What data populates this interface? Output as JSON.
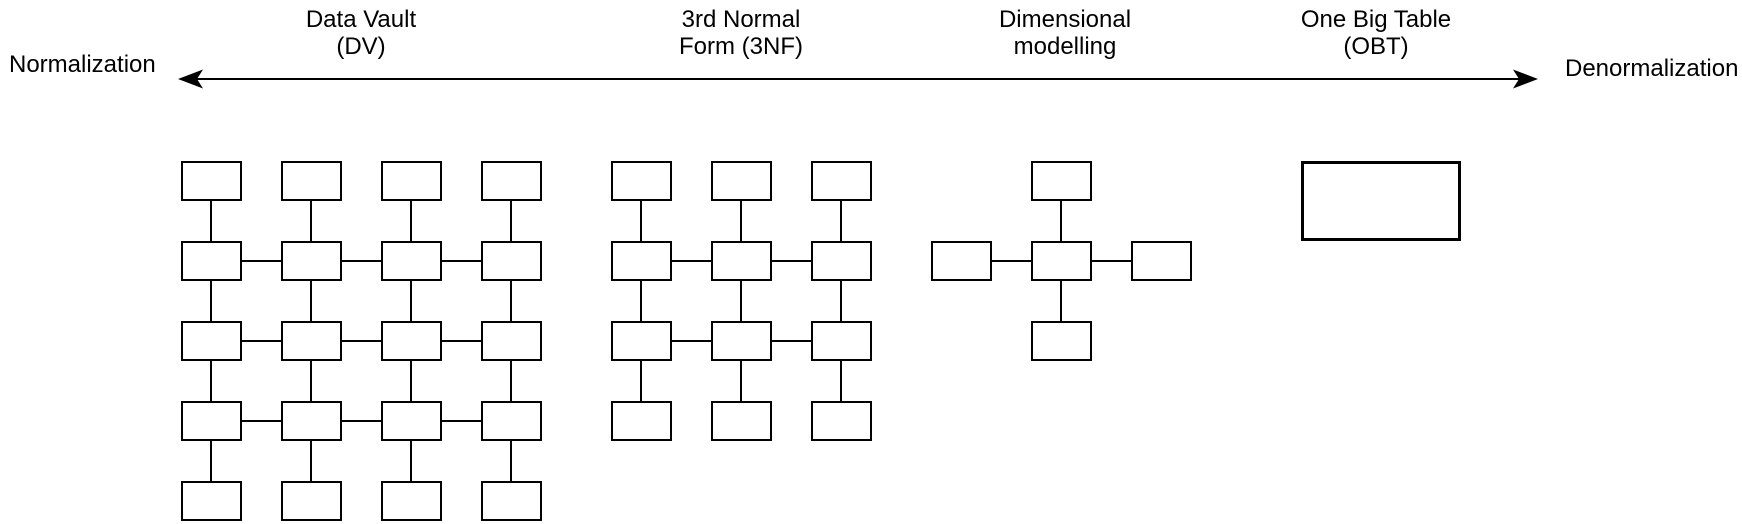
{
  "axis": {
    "left_label": "Normalization",
    "right_label": "Denormalization"
  },
  "categories": [
    {
      "key": "data-vault",
      "line1": "Data Vault",
      "line2": "(DV)"
    },
    {
      "key": "third-nf",
      "line1": "3rd Normal",
      "line2": "Form (3NF)"
    },
    {
      "key": "dimensional",
      "line1": "Dimensional",
      "line2": "modelling"
    },
    {
      "key": "obt",
      "line1": "One Big Table",
      "line2": "(OBT)"
    }
  ],
  "colors": {
    "background": "#ffffff",
    "stroke": "#000000",
    "box_fill": "#ffffff",
    "text": "#000000"
  },
  "diagrams": [
    {
      "name": "data-vault-schema",
      "boxes": [
        [
          181,
          161,
          61,
          40
        ],
        [
          281,
          161,
          61,
          40
        ],
        [
          381,
          161,
          61,
          40
        ],
        [
          481,
          161,
          61,
          40
        ],
        [
          181,
          241,
          61,
          40
        ],
        [
          281,
          241,
          61,
          40
        ],
        [
          381,
          241,
          61,
          40
        ],
        [
          481,
          241,
          61,
          40
        ],
        [
          181,
          321,
          61,
          40
        ],
        [
          281,
          321,
          61,
          40
        ],
        [
          381,
          321,
          61,
          40
        ],
        [
          481,
          321,
          61,
          40
        ],
        [
          181,
          401,
          61,
          40
        ],
        [
          281,
          401,
          61,
          40
        ],
        [
          381,
          401,
          61,
          40
        ],
        [
          481,
          401,
          61,
          40
        ],
        [
          181,
          481,
          61,
          40
        ],
        [
          281,
          481,
          61,
          40
        ],
        [
          381,
          481,
          61,
          40
        ],
        [
          481,
          481,
          61,
          40
        ]
      ],
      "connectors": [
        [
          211,
          201,
          211,
          241
        ],
        [
          311,
          201,
          311,
          241
        ],
        [
          411,
          201,
          411,
          241
        ],
        [
          511,
          201,
          511,
          241
        ],
        [
          211,
          281,
          211,
          321
        ],
        [
          311,
          281,
          311,
          321
        ],
        [
          411,
          281,
          411,
          321
        ],
        [
          511,
          281,
          511,
          321
        ],
        [
          211,
          361,
          211,
          401
        ],
        [
          311,
          361,
          311,
          401
        ],
        [
          411,
          361,
          411,
          401
        ],
        [
          511,
          361,
          511,
          401
        ],
        [
          211,
          441,
          211,
          481
        ],
        [
          311,
          441,
          311,
          481
        ],
        [
          411,
          441,
          411,
          481
        ],
        [
          511,
          441,
          511,
          481
        ],
        [
          242,
          261,
          281,
          261
        ],
        [
          342,
          261,
          381,
          261
        ],
        [
          442,
          261,
          481,
          261
        ],
        [
          242,
          341,
          281,
          341
        ],
        [
          342,
          341,
          381,
          341
        ],
        [
          442,
          341,
          481,
          341
        ],
        [
          242,
          421,
          281,
          421
        ],
        [
          342,
          421,
          381,
          421
        ],
        [
          442,
          421,
          481,
          421
        ]
      ]
    },
    {
      "name": "third-normal-form-schema",
      "boxes": [
        [
          611,
          161,
          61,
          40
        ],
        [
          711,
          161,
          61,
          40
        ],
        [
          811,
          161,
          61,
          40
        ],
        [
          611,
          241,
          61,
          40
        ],
        [
          711,
          241,
          61,
          40
        ],
        [
          811,
          241,
          61,
          40
        ],
        [
          611,
          321,
          61,
          40
        ],
        [
          711,
          321,
          61,
          40
        ],
        [
          811,
          321,
          61,
          40
        ],
        [
          611,
          401,
          61,
          40
        ],
        [
          711,
          401,
          61,
          40
        ],
        [
          811,
          401,
          61,
          40
        ]
      ],
      "connectors": [
        [
          641,
          201,
          641,
          241
        ],
        [
          741,
          201,
          741,
          241
        ],
        [
          841,
          201,
          841,
          241
        ],
        [
          641,
          281,
          641,
          321
        ],
        [
          741,
          281,
          741,
          321
        ],
        [
          841,
          281,
          841,
          321
        ],
        [
          641,
          361,
          641,
          401
        ],
        [
          741,
          361,
          741,
          401
        ],
        [
          841,
          361,
          841,
          401
        ],
        [
          672,
          261,
          711,
          261
        ],
        [
          772,
          261,
          811,
          261
        ],
        [
          672,
          341,
          711,
          341
        ],
        [
          772,
          341,
          811,
          341
        ]
      ]
    },
    {
      "name": "dimensional-model-schema",
      "boxes": [
        [
          1031,
          161,
          61,
          40
        ],
        [
          931,
          241,
          61,
          40
        ],
        [
          1031,
          241,
          61,
          40
        ],
        [
          1131,
          241,
          61,
          40
        ],
        [
          1031,
          321,
          61,
          40
        ]
      ],
      "connectors": [
        [
          1061,
          201,
          1061,
          241
        ],
        [
          1061,
          281,
          1061,
          321
        ],
        [
          992,
          261,
          1031,
          261
        ],
        [
          1092,
          261,
          1131,
          261
        ]
      ]
    },
    {
      "name": "one-big-table-schema",
      "boxes": [
        [
          1301,
          161,
          160,
          80,
          3
        ]
      ],
      "connectors": []
    }
  ]
}
